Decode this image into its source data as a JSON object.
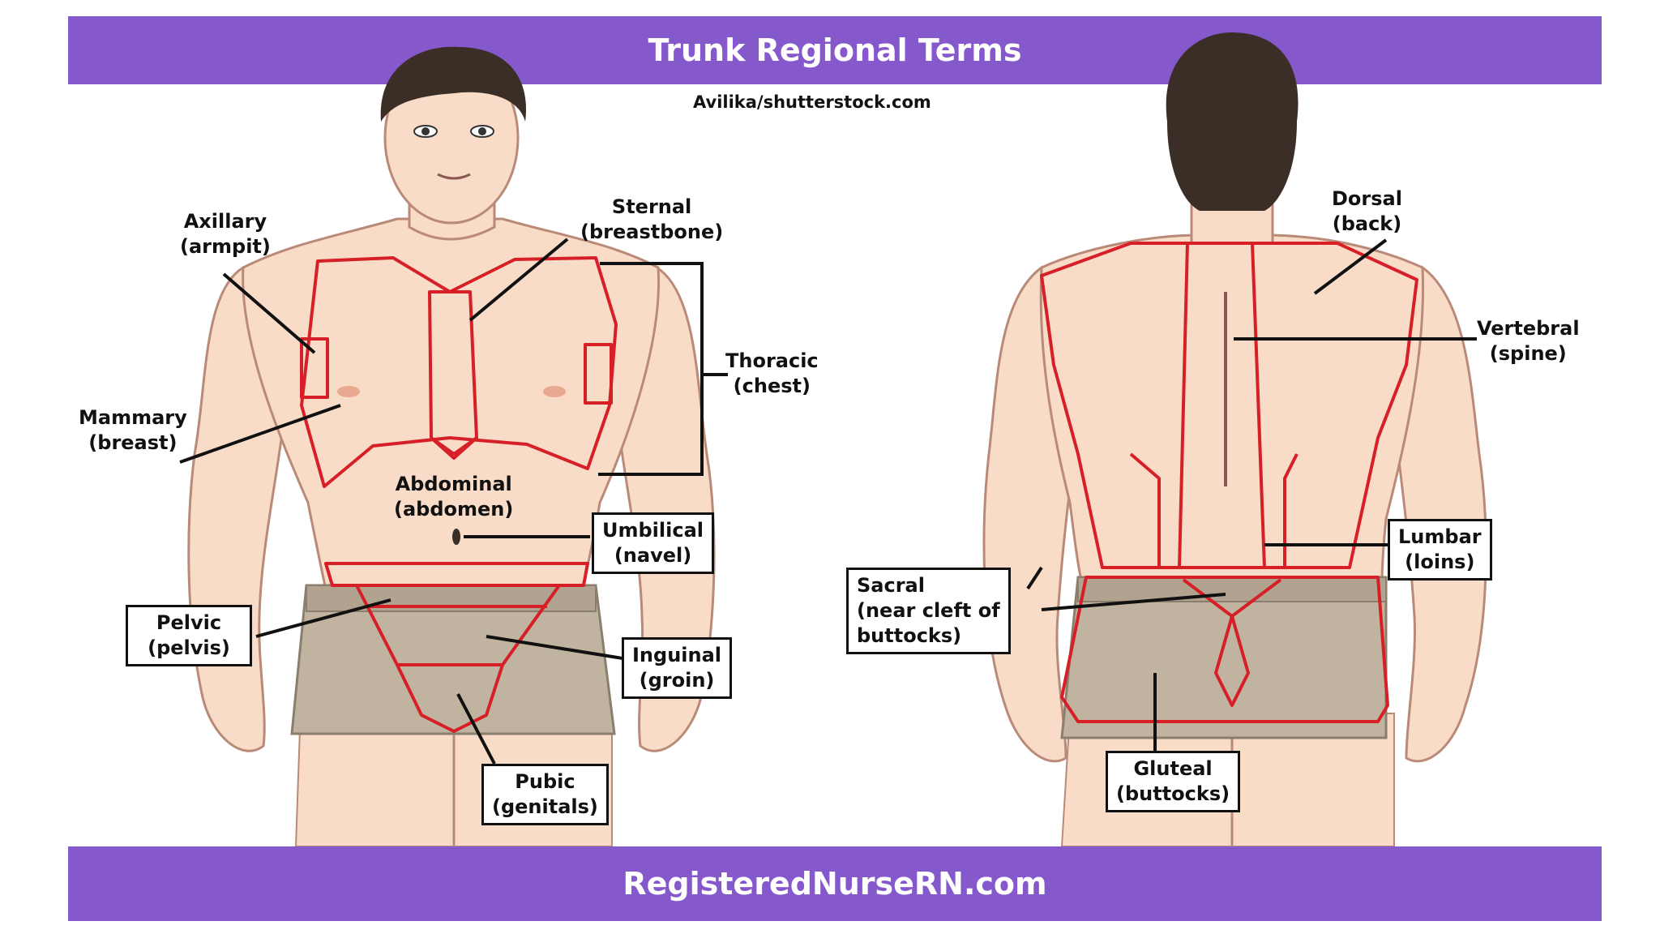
{
  "title": "Trunk Regional Terms",
  "credit": "Avilika/shutterstock.com",
  "footer": "RegisteredNurseRN.com",
  "colors": {
    "banner": "#8559cc",
    "region_outline": "#d61f26",
    "skin": "#f9dcc8",
    "shorts": "#c0b3a0",
    "hair": "#3a2e27"
  },
  "front_labels": {
    "axillary": {
      "term": "Axillary",
      "meaning": "(armpit)"
    },
    "sternal": {
      "term": "Sternal",
      "meaning": "(breastbone)"
    },
    "thoracic": {
      "term": "Thoracic",
      "meaning": "(chest)"
    },
    "mammary": {
      "term": "Mammary",
      "meaning": "(breast)"
    },
    "abdominal": {
      "term": "Abdominal",
      "meaning": "(abdomen)"
    },
    "umbilical": {
      "term": "Umbilical",
      "meaning": "(navel)"
    },
    "pelvic": {
      "term": "Pelvic",
      "meaning": "(pelvis)"
    },
    "inguinal": {
      "term": "Inguinal",
      "meaning": "(groin)"
    },
    "pubic": {
      "term": "Pubic",
      "meaning": "(genitals)"
    }
  },
  "back_labels": {
    "dorsal": {
      "term": "Dorsal",
      "meaning": "(back)"
    },
    "vertebral": {
      "term": "Vertebral",
      "meaning": "(spine)"
    },
    "lumbar": {
      "term": "Lumbar",
      "meaning": "(loins)"
    },
    "sacral": {
      "line1": "Sacral",
      "line2": "(near cleft of",
      "line3": "buttocks)"
    },
    "gluteal": {
      "term": "Gluteal",
      "meaning": "(buttocks)"
    }
  }
}
